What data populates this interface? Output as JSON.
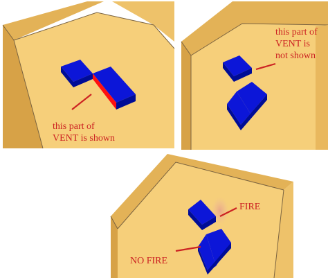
{
  "panels": [
    {
      "id": "top-left",
      "labels": [
        "this part of",
        "VENT is shown"
      ]
    },
    {
      "id": "top-right",
      "labels": [
        "this part of",
        "VENT is",
        "not shown"
      ]
    },
    {
      "id": "bottom",
      "labels": [
        "FIRE",
        "NO FIRE"
      ]
    }
  ],
  "colors": {
    "floor": "#f6cf7a",
    "wall": "#ecbb5c",
    "wall_dark": "#d9a54c",
    "edge": "#7a6340",
    "block_top": "#0c16d8",
    "block_side": "#000c96",
    "vent": "#ff1010",
    "annotation": "#cc2222",
    "fire": "#f0a878"
  }
}
